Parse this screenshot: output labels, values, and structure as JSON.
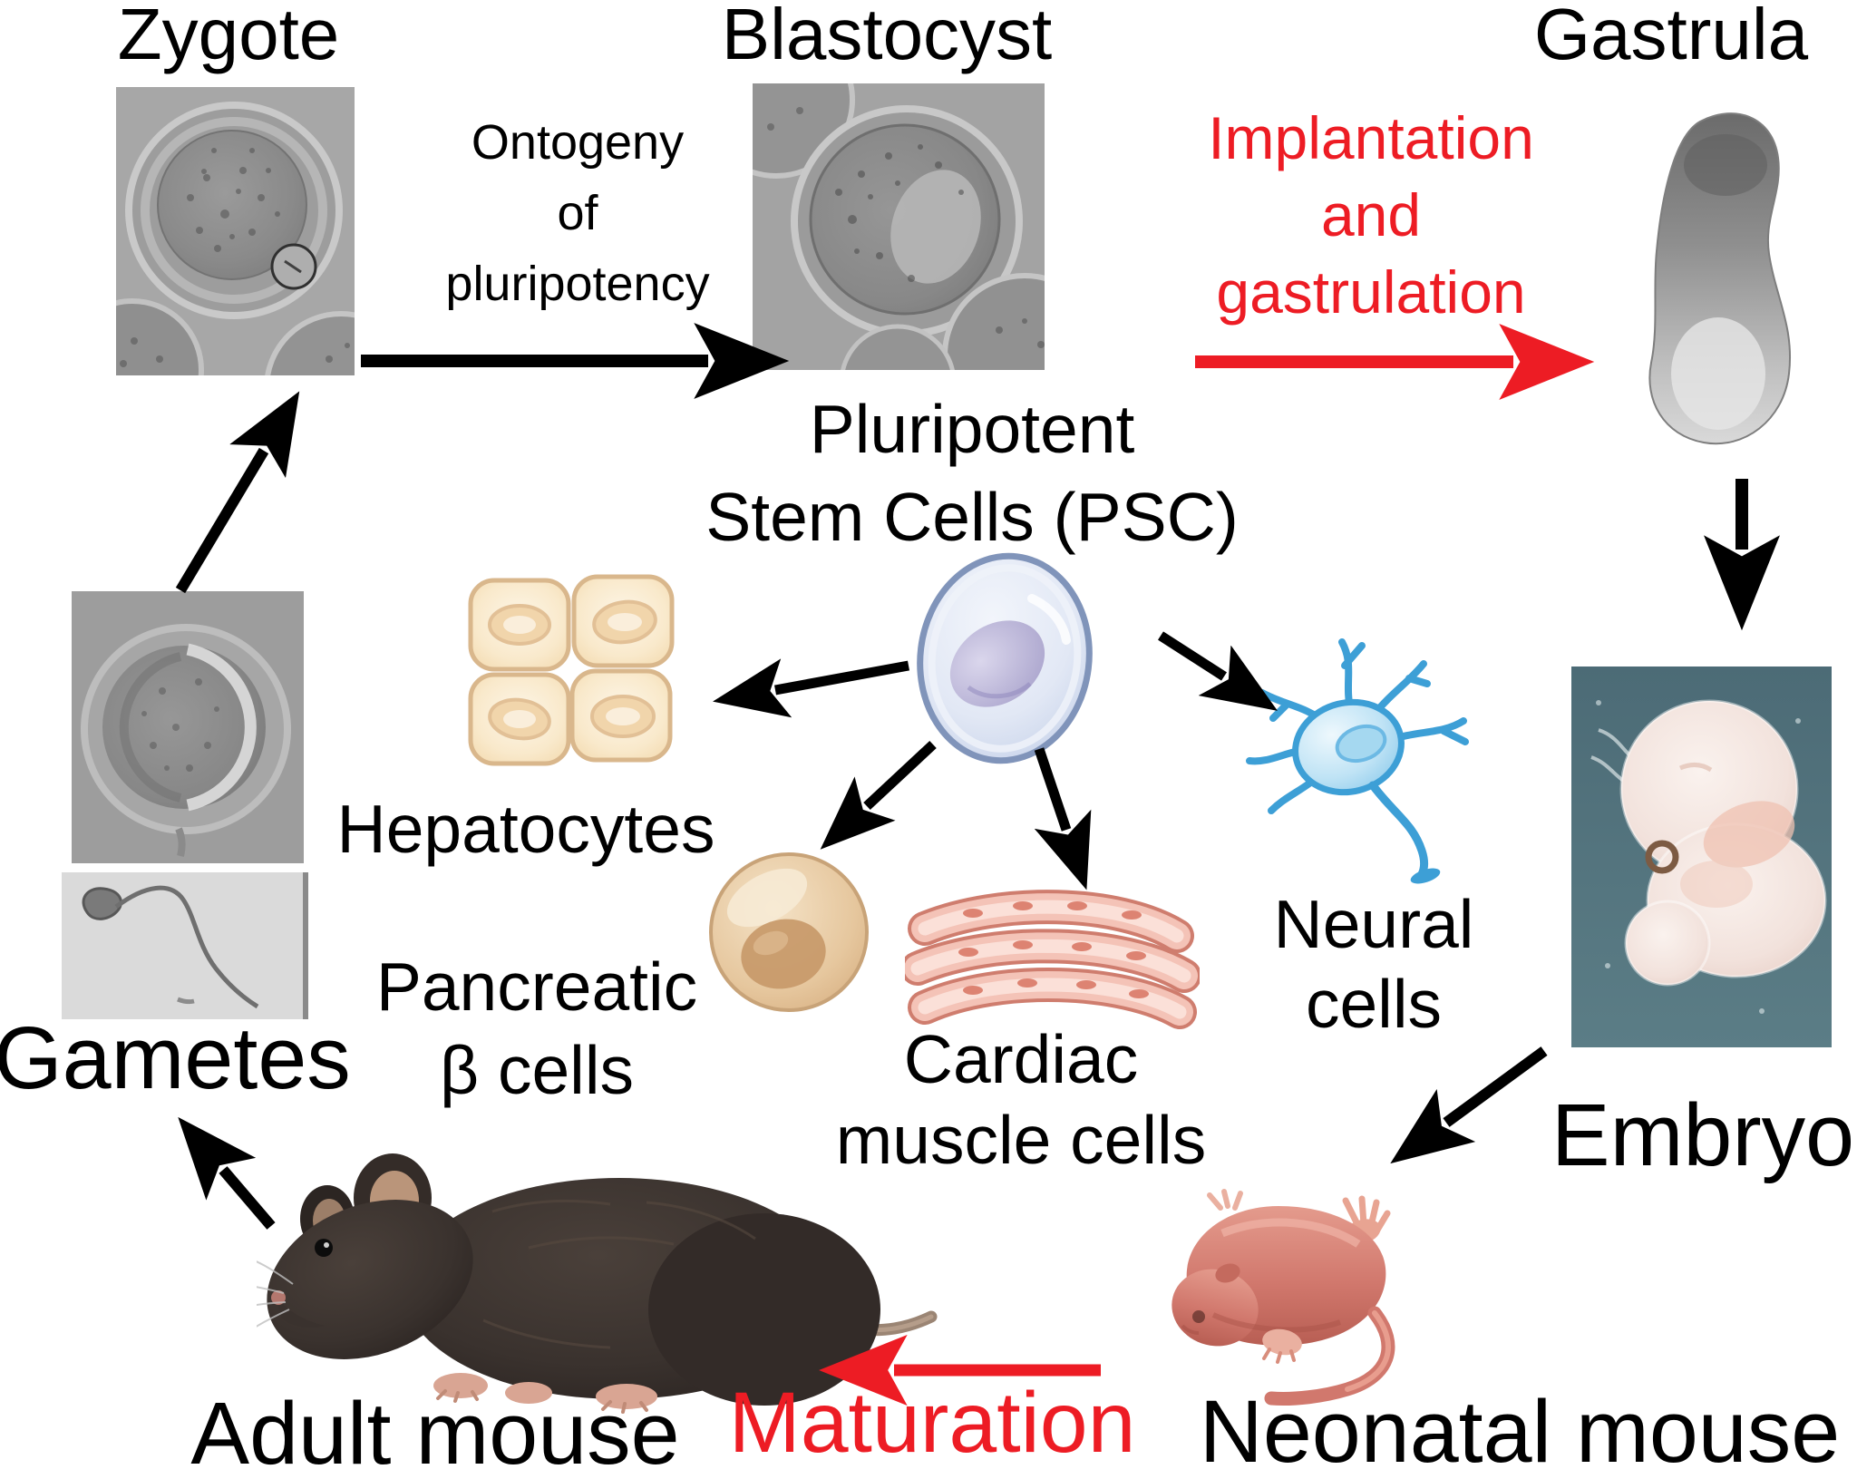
{
  "colors": {
    "accent_red": "#ed1c24",
    "text_black": "#000000",
    "psc_cell_blue": "#ccd7ec",
    "hepatocyte_cream": "#f6dfb8",
    "pancreatic_tan": "#ddb88c",
    "cardiac_pink": "#f4c3b7",
    "neuron_blue": "#3d9fd6",
    "embryo_background_teal": "#517079",
    "neonatal_mouse_pink": "#d1786d",
    "adult_mouse_dark": "#3a322e"
  },
  "nodes": {
    "zygote": {
      "label": "Zygote"
    },
    "blastocyst": {
      "label": "Blastocyst"
    },
    "gastrula": {
      "label": "Gastrula"
    },
    "psc": {
      "lines": [
        "Pluripotent",
        "Stem Cells (PSC)"
      ]
    },
    "hepatocytes": {
      "label": "Hepatocytes"
    },
    "pancreatic_beta_cells": {
      "lines": [
        "Pancreatic",
        "β cells"
      ]
    },
    "cardiac_muscle_cells": {
      "lines": [
        "Cardiac",
        "muscle cells"
      ]
    },
    "neural_cells": {
      "lines": [
        "Neural",
        "cells"
      ]
    },
    "embryo": {
      "label": "Embryo"
    },
    "neonatal_mouse": {
      "label": "Neonatal mouse"
    },
    "adult_mouse": {
      "label": "Adult mouse"
    },
    "gametes": {
      "label": "Gametes"
    }
  },
  "edges": {
    "ontogeny": {
      "lines": [
        "Ontogeny",
        "of",
        "pluripotency"
      ],
      "color": "#000000"
    },
    "implantation": {
      "lines": [
        "Implantation",
        "and",
        "gastrulation"
      ],
      "color": "#ed1c24"
    },
    "maturation": {
      "label": "Maturation",
      "color": "#ed1c24"
    },
    "arrows": [
      {
        "name": "gametes-to-zygote",
        "color": "black"
      },
      {
        "name": "zygote-to-blastocyst",
        "color": "black"
      },
      {
        "name": "blastocyst-to-gastrula",
        "color": "red"
      },
      {
        "name": "gastrula-to-embryo",
        "color": "black"
      },
      {
        "name": "embryo-to-neonatal-mouse",
        "color": "black"
      },
      {
        "name": "neonatal-mouse-to-adult-mouse",
        "color": "red"
      },
      {
        "name": "adult-mouse-to-gametes",
        "color": "black"
      },
      {
        "name": "psc-to-hepatocytes",
        "color": "black"
      },
      {
        "name": "psc-to-pancreatic-beta-cells",
        "color": "black"
      },
      {
        "name": "psc-to-cardiac-muscle-cells",
        "color": "black"
      },
      {
        "name": "psc-to-neural-cells",
        "color": "black"
      }
    ]
  },
  "icons": {
    "zygote_photo": "zygote-micrograph",
    "blastocyst_photo": "blastocyst-micrograph",
    "gastrula_photo": "gastrula-micrograph",
    "egg_photo": "oocyte-micrograph",
    "sperm_photo": "sperm-micrograph",
    "psc_cell": "pluripotent-stem-cell-illustration",
    "hepatocytes": "hepatocyte-cells-illustration",
    "pancreatic_beta_cell": "pancreatic-beta-cell-illustration",
    "cardiac_fibers": "cardiac-muscle-fibers-illustration",
    "neuron": "neuron-illustration",
    "embryo_photo": "embryo-photo",
    "neonatal_mouse_photo": "neonatal-mouse-photo",
    "adult_mouse_photo": "adult-mouse-photo"
  }
}
